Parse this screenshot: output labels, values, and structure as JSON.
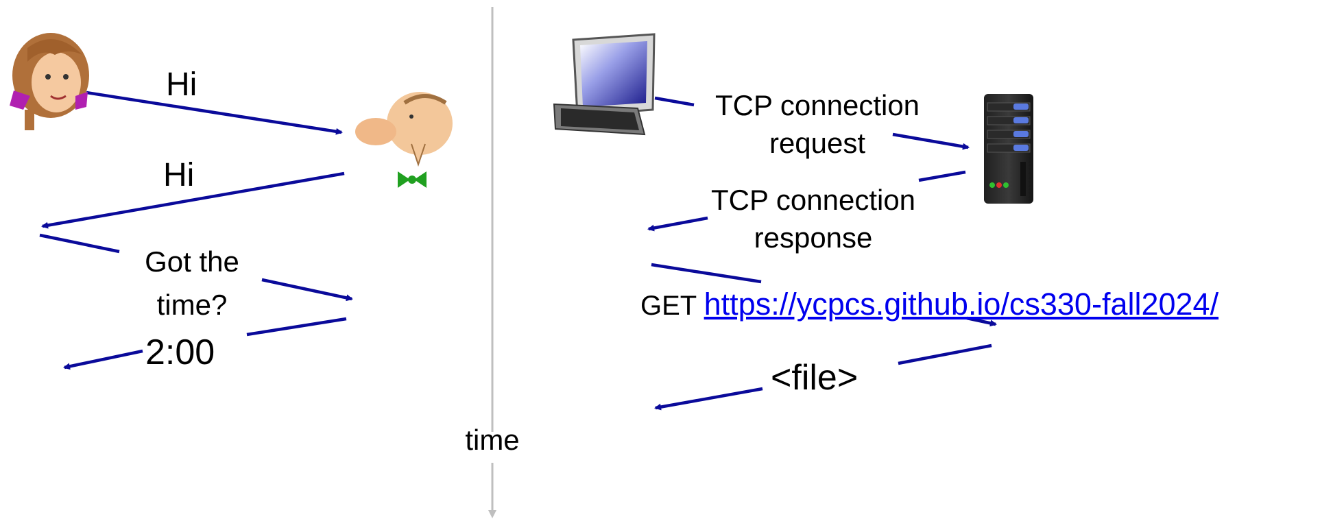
{
  "human": {
    "msg1": "Hi",
    "msg2": "Hi",
    "msg3": "Got the\ntime?",
    "msg4": "2:00"
  },
  "network": {
    "msg1": "TCP connection\nrequest",
    "msg2": "TCP connection\nresponse",
    "get_prefix": "GET",
    "get_url": "https://ycpcs.github.io/cs330-fall2024/",
    "file": "<file>"
  },
  "timeline": {
    "label": "time"
  },
  "colors": {
    "arrow": "#0a0a9a",
    "timeline": "#bfbfbf",
    "link": "#0000ee"
  }
}
